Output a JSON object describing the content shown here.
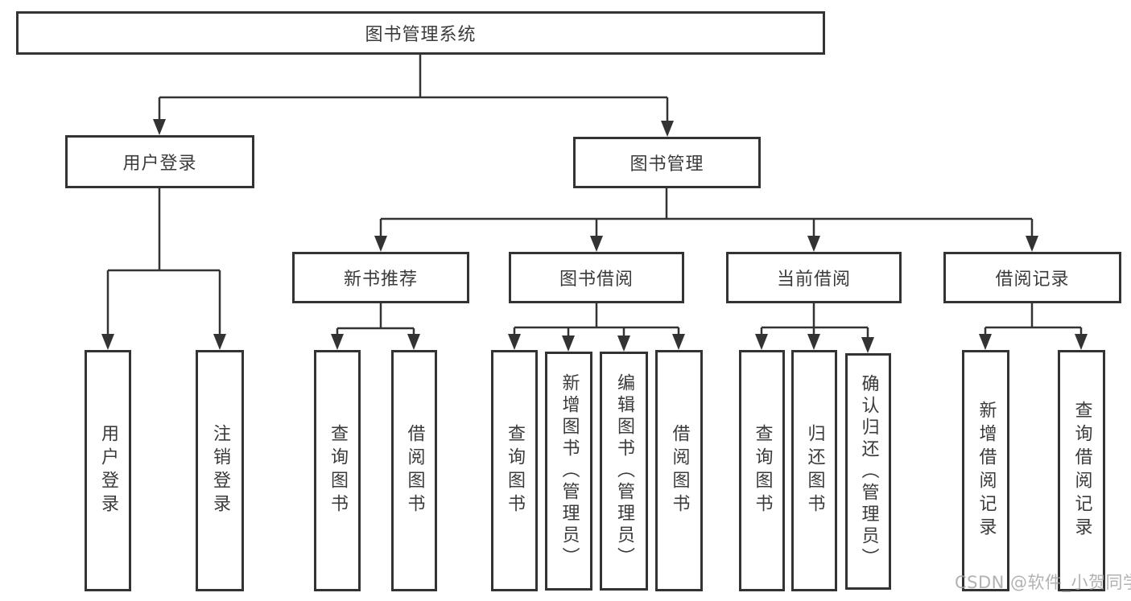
{
  "tree": {
    "root": {
      "label": "图书管理系统"
    },
    "branches": [
      {
        "label": "用户登录",
        "children": [
          {
            "label": "用户登录"
          },
          {
            "label": "注销登录"
          }
        ]
      },
      {
        "label": "图书管理",
        "groups": [
          {
            "label": "新书推荐",
            "children": [
              {
                "label": "查询图书"
              },
              {
                "label": "借阅图书"
              }
            ]
          },
          {
            "label": "图书借阅",
            "children": [
              {
                "label": "查询图书"
              },
              {
                "label": "新增图书（管理员）"
              },
              {
                "label": "编辑图书（管理员）"
              },
              {
                "label": "借阅图书"
              }
            ]
          },
          {
            "label": "当前借阅",
            "children": [
              {
                "label": "查询图书"
              },
              {
                "label": "归还图书"
              },
              {
                "label": "确认归还（管理员）"
              }
            ]
          },
          {
            "label": "借阅记录",
            "children": [
              {
                "label": "新增借阅记录"
              },
              {
                "label": "查询借阅记录"
              }
            ]
          }
        ]
      }
    ]
  },
  "watermark": {
    "text": "CSDN @软件_小贺同学"
  },
  "colors": {
    "line": "#333333",
    "box_border": "#333333",
    "text": "#3b3b3b",
    "background": "#ffffff",
    "watermark": "#a5a5a5"
  }
}
